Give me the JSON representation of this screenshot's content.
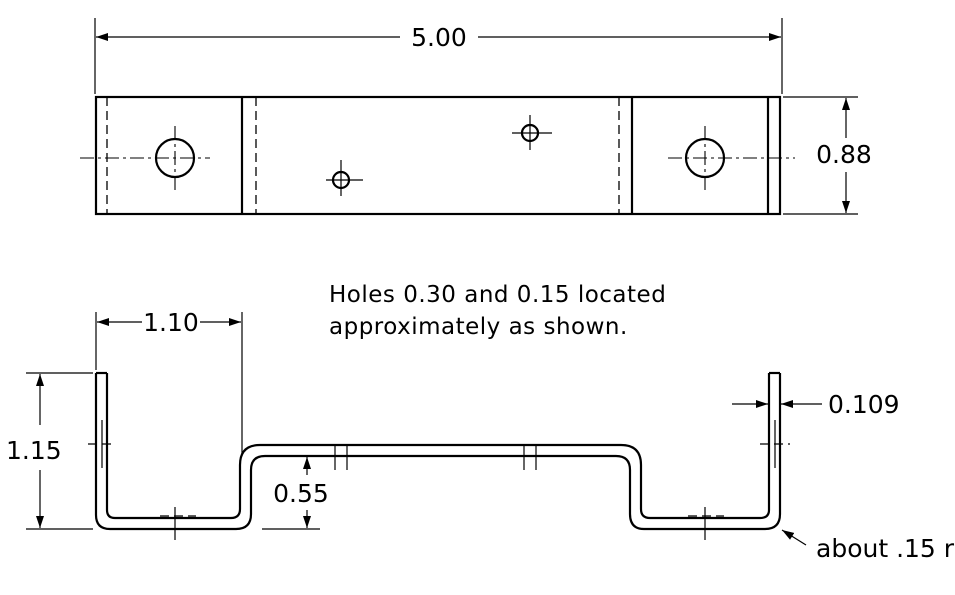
{
  "dimensions": {
    "overall_length": "5.00",
    "width": "0.88",
    "flange_length": "1.10",
    "height": "1.15",
    "offset": "0.55",
    "thickness": "0.109",
    "bend_radius": "about .15 r"
  },
  "note": {
    "line1": "Holes 0.30 and 0.15 located",
    "line2": "approximately as shown."
  }
}
